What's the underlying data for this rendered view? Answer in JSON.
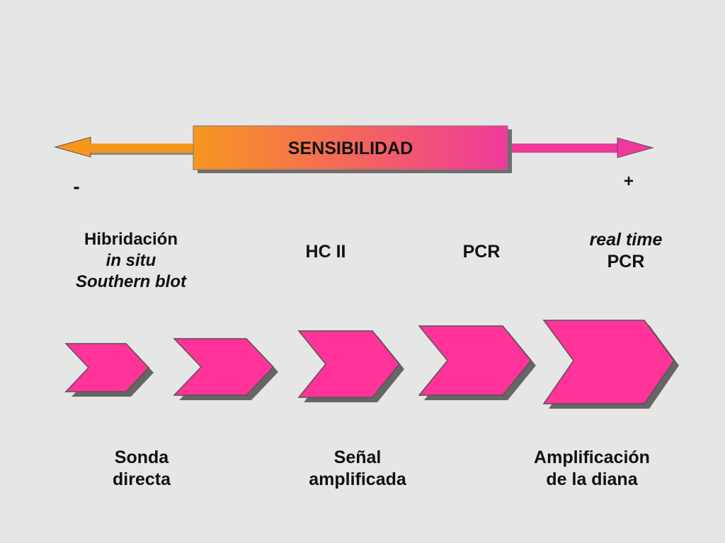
{
  "diagram": {
    "sensitivity_bar": {
      "label": "SENSIBILIDAD",
      "minus_label": "-",
      "plus_label": "+"
    },
    "methods": [
      {
        "lines": [
          "Hibridación",
          "in situ",
          "Southern blot"
        ],
        "italic": [
          false,
          true,
          true
        ]
      },
      {
        "lines": [
          "HC II"
        ],
        "italic": [
          false
        ]
      },
      {
        "lines": [
          "PCR"
        ],
        "italic": [
          false
        ]
      },
      {
        "lines": [
          "real time",
          "PCR"
        ],
        "italic": [
          true,
          false
        ]
      }
    ],
    "steps": [
      {
        "lines": [
          "Sonda",
          "directa"
        ]
      },
      {
        "lines": [
          "Señal",
          "amplificada"
        ]
      },
      {
        "lines": [
          "Amplificación",
          "de la diana"
        ]
      }
    ],
    "colors": {
      "background": "#e6e6e6",
      "orange": "#f7961e",
      "pink": "#f0399a",
      "chevron_fill": "#ff3399",
      "text": "#111111"
    }
  }
}
